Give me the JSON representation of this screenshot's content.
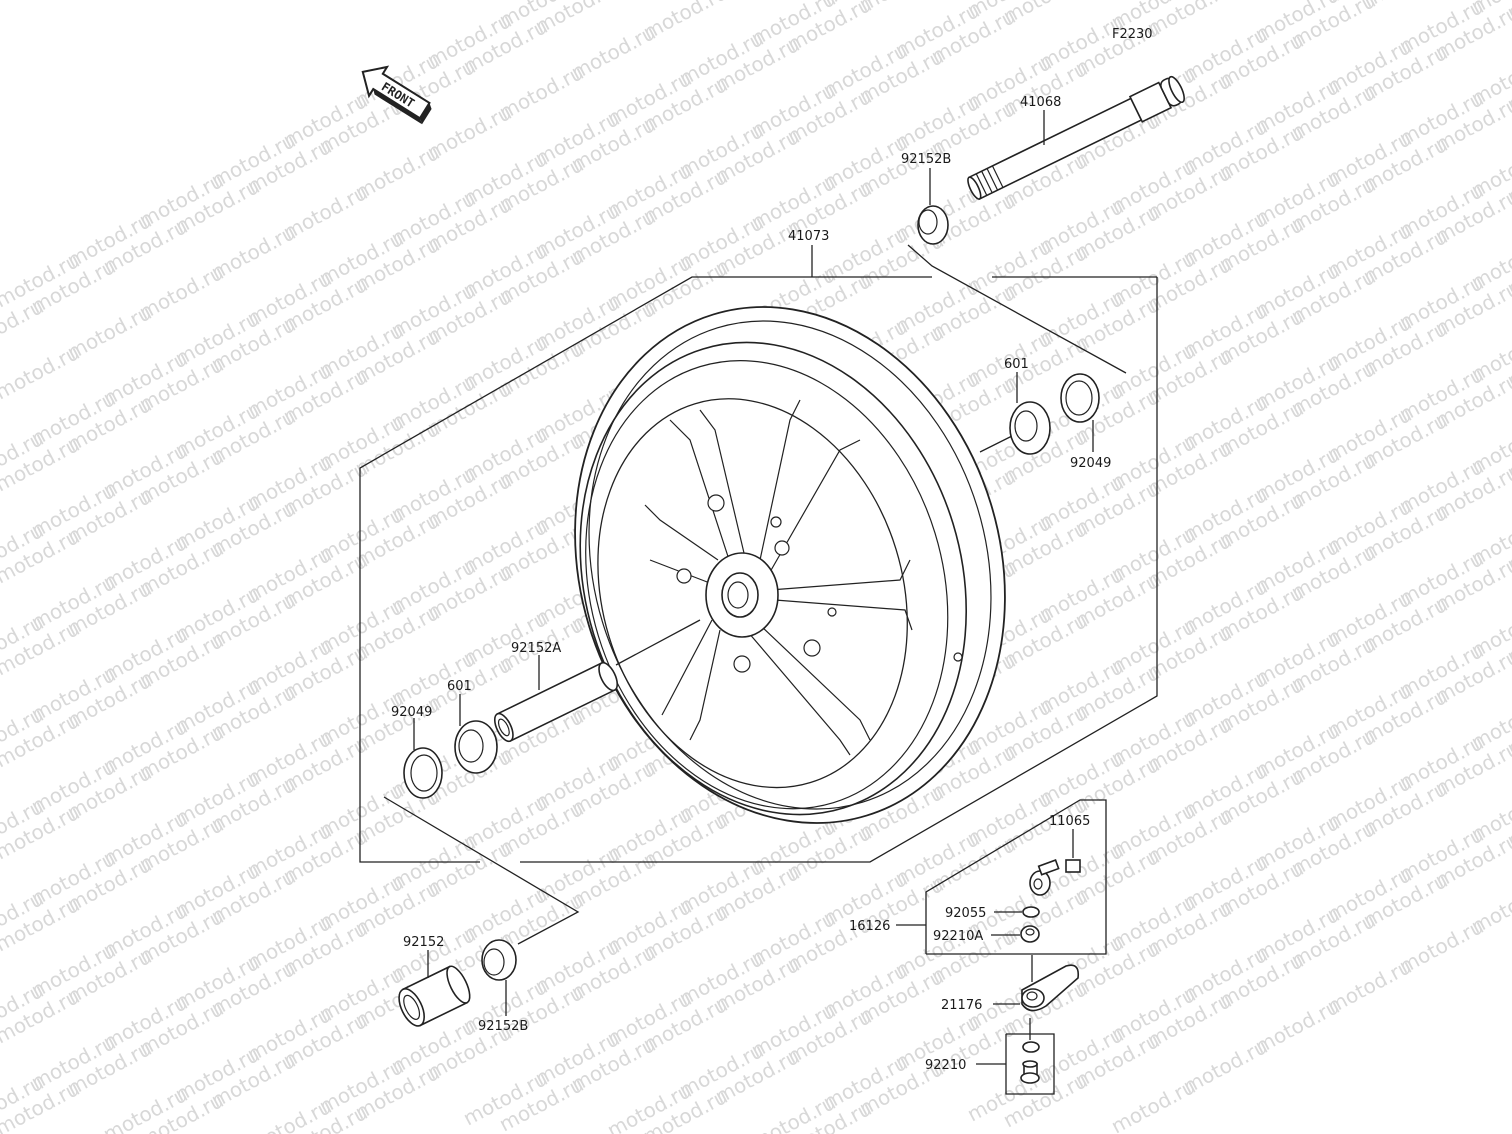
{
  "diagram": {
    "code": "F2230",
    "watermark": "motod.ru",
    "front_label": "FRONT",
    "parts": {
      "axle": "41068",
      "collar_top": "92152B",
      "wheel": "41073",
      "bearing_right": "601",
      "seal_right": "92049",
      "spacer": "92152A",
      "bearing_left": "601",
      "seal_left": "92049",
      "collar_bottom": "92152",
      "collar_bottom_b": "92152B",
      "valve_group": "16126",
      "valve_cap": "11065",
      "valve_oring": "92055",
      "valve_nut": "92210A",
      "sensor": "21176",
      "sensor_bolt": "92210"
    }
  }
}
